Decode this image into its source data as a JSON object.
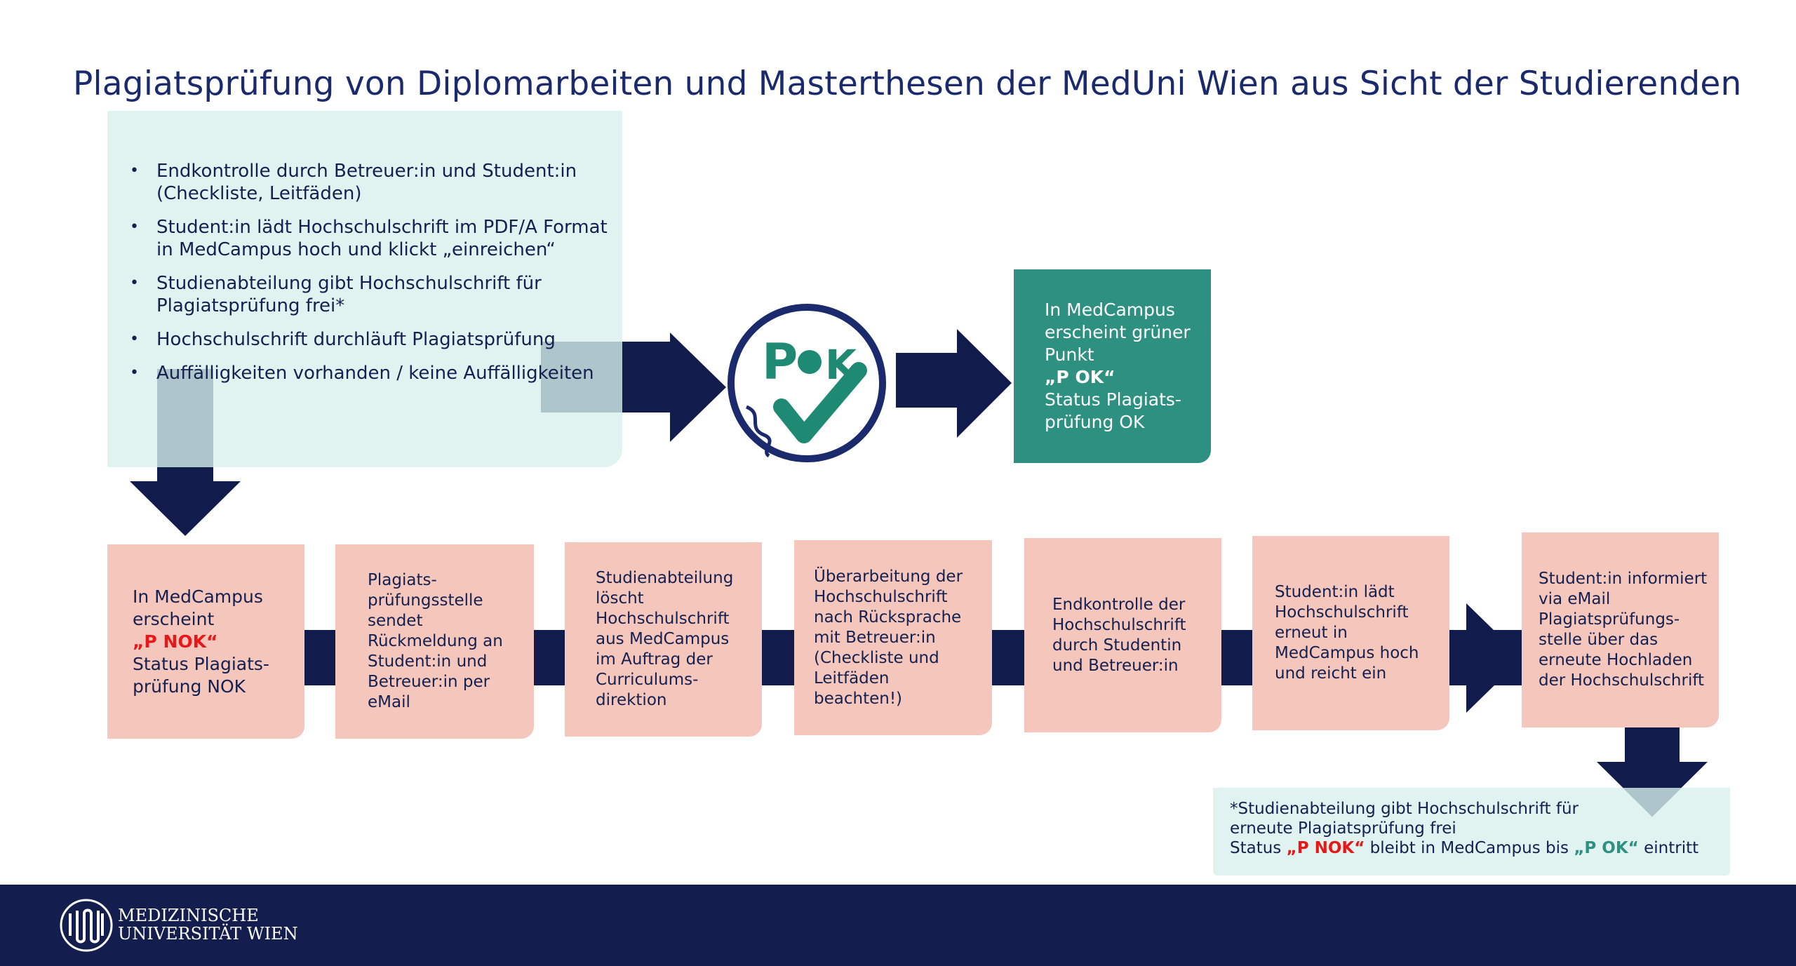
{
  "title": "Plagiatsprüfung von Diplomarbeiten und Masterthesen der MedUni Wien aus Sicht der Studierenden",
  "intro_steps": [
    "Endkontrolle durch Betreuer:in und Student:in (Checkliste, Leitfäden)",
    "Student:in lädt Hochschulschrift im PDF/A Format in MedCampus hoch und klickt „einreichen“",
    "Studienabteilung gibt Hochschulschrift für Plagiatsprüfung frei*",
    "Hochschulschrift durchläuft Plagiatsprüfung",
    "Auffälligkeiten vorhanden / keine Auffälligkeiten"
  ],
  "pok_logo": {
    "letters": "POK",
    "colors": {
      "ring": "#1a2a6c",
      "check": "#1f8a74"
    }
  },
  "ok_box": {
    "line1": "In MedCampus erscheint grüner Punkt",
    "status": "„P OK“",
    "line2": "Status Plagiats-prüfung OK"
  },
  "nok_box": {
    "line1": "In MedCampus erscheint",
    "status": "„P NOK“",
    "line2": "Status Plagiats-prüfung NOK"
  },
  "steps": [
    "Plagiats-prüfungsstelle sendet Rückmeldung an Student:in und Betreuer:in per eMail",
    "Studienabteilung löscht Hochschulschrift aus MedCampus im Auftrag der Curriculums-direktion",
    "Überarbeitung der Hochschulschrift nach Rücksprache mit Betreuer:in (Checkliste und Leitfäden beachten!)",
    "Endkontrolle der Hochschulschrift durch Studentin und Betreuer:in",
    "Student:in lädt Hochschulschrift erneut in MedCampus hoch und reicht ein",
    "Student:in informiert via eMail Plagiatsprüfungs-stelle über das erneute Hochladen der Hochschulschrift"
  ],
  "note": {
    "line1": "*Studienabteilung gibt Hochschulschrift für",
    "line2": "erneute Plagiatsprüfung frei",
    "status_prefix": "Status ",
    "nok": "„P NOK“",
    "middle": " bleibt in MedCampus bis ",
    "ok": "„P OK“",
    "suffix": " eintritt"
  },
  "footer": {
    "logo_line1": "MEDIZINISCHE",
    "logo_line2": "UNIVERSITÄT WIEN"
  },
  "colors": {
    "navy": "#131e4e",
    "pink": "#f4c6bc",
    "teal": "#2e9080",
    "light_teal": "#e0f3f0",
    "red": "#e81818"
  }
}
